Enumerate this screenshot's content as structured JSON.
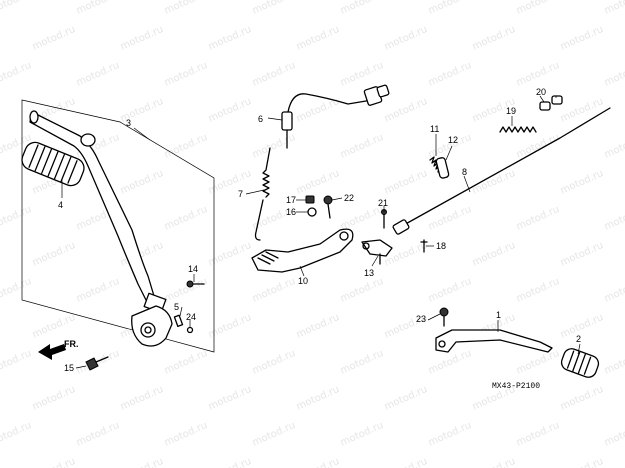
{
  "watermark": "motod.ru",
  "diagram_code": "MX43-P2100",
  "front_label": "FR.",
  "callouts": [
    "1",
    "2",
    "3",
    "4",
    "5",
    "6",
    "7",
    "8",
    "10",
    "11",
    "12",
    "13",
    "14",
    "15",
    "16",
    "17",
    "18",
    "19",
    "20",
    "21",
    "22",
    "23",
    "24"
  ]
}
